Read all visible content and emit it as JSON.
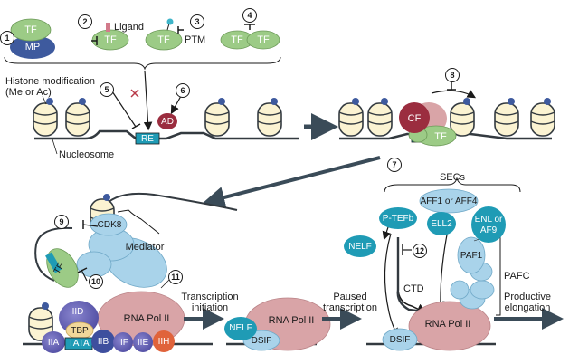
{
  "labels": {
    "tf": "TF",
    "mp": "MP",
    "ligand": "Ligand",
    "ptm": "PTM",
    "histone_modification": "Histone modification\n(Me or Ac)",
    "nucleosome": "Nucleosome",
    "re": "RE",
    "ad": "AD",
    "cf": "CF",
    "secs": "SECs",
    "aff": "AFF1 or AFF4",
    "ptefb": "P-TEFb",
    "ell2": "ELL2",
    "enl": "ENL or\nAF9",
    "nelf": "NELF",
    "paf1": "PAF1",
    "pafc": "PAFC",
    "ctd": "CTD",
    "cdk8": "CDK8",
    "mediator": "Mediator",
    "iid": "IID",
    "tbp": "TBP",
    "iia": "IIA",
    "tata": "TATA",
    "iib": "IIB",
    "iif": "IIF",
    "iie": "IIE",
    "iih": "IIH",
    "rnapol": "RNA Pol II",
    "dsif": "DSIF",
    "transcription_initiation": "Transcription\ninitiation",
    "paused_transcription": "Paused\ntranscription",
    "productive_elongation": "Productive\nelongation"
  },
  "numbers": [
    "1",
    "2",
    "3",
    "4",
    "5",
    "6",
    "7",
    "8",
    "9",
    "10",
    "11",
    "12"
  ],
  "colors": {
    "tf_green": "#9ccb86",
    "mp_blue": "#3e5a9e",
    "light_blue": "#a9d3ea",
    "teal": "#1f9bb5",
    "dark_red": "#9b2d3f",
    "pink": "#d9a4a7",
    "purple": "#6b68b6",
    "orange": "#e0633b",
    "dna": "#333a40",
    "arrow": "#3a4b58"
  }
}
